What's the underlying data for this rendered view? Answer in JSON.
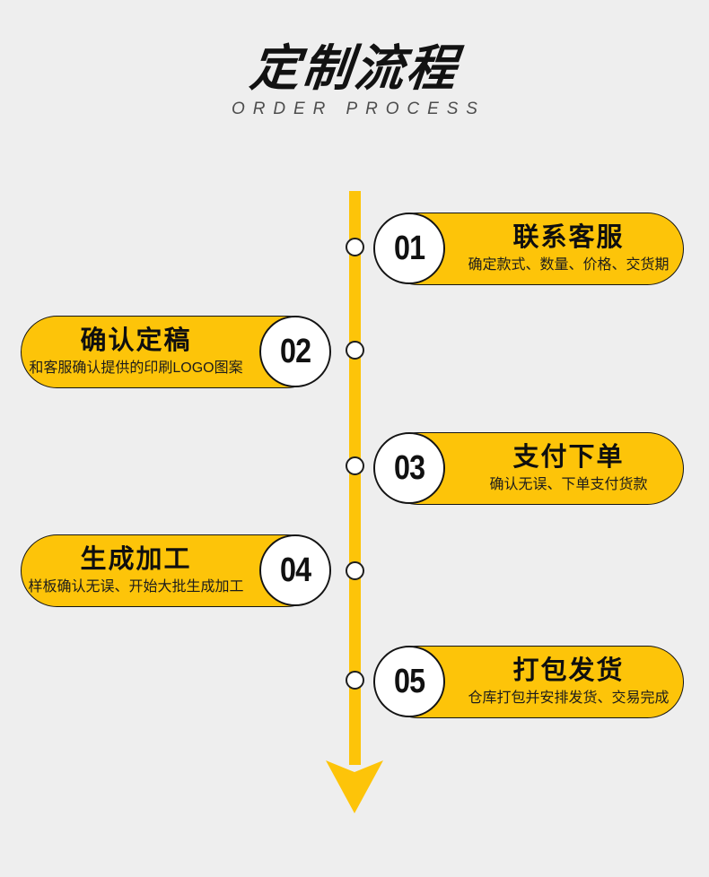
{
  "header": {
    "title": "定制流程",
    "subtitle": "ORDER PROCESS"
  },
  "colors": {
    "background": "#eeeeee",
    "accent_yellow": "#fdc409",
    "outline_black": "#141414",
    "title_black": "#121212",
    "subtitle_gray": "#4d4d4d",
    "circle_white": "#ffffff"
  },
  "timeline": {
    "arrow_direction": "down",
    "dot_count": 5
  },
  "steps": [
    {
      "number": "01",
      "side": "right",
      "title": "联系客服",
      "description": "确定款式、数量、价格、交货期"
    },
    {
      "number": "02",
      "side": "left",
      "title": "确认定稿",
      "description": "和客服确认提供的印刷LOGO图案"
    },
    {
      "number": "03",
      "side": "right",
      "title": "支付下单",
      "description": "确认无误、下单支付货款"
    },
    {
      "number": "04",
      "side": "left",
      "title": "生成加工",
      "description": "样板确认无误、开始大批生成加工"
    },
    {
      "number": "05",
      "side": "right",
      "title": "打包发货",
      "description": "仓库打包并安排发货、交易完成"
    }
  ]
}
